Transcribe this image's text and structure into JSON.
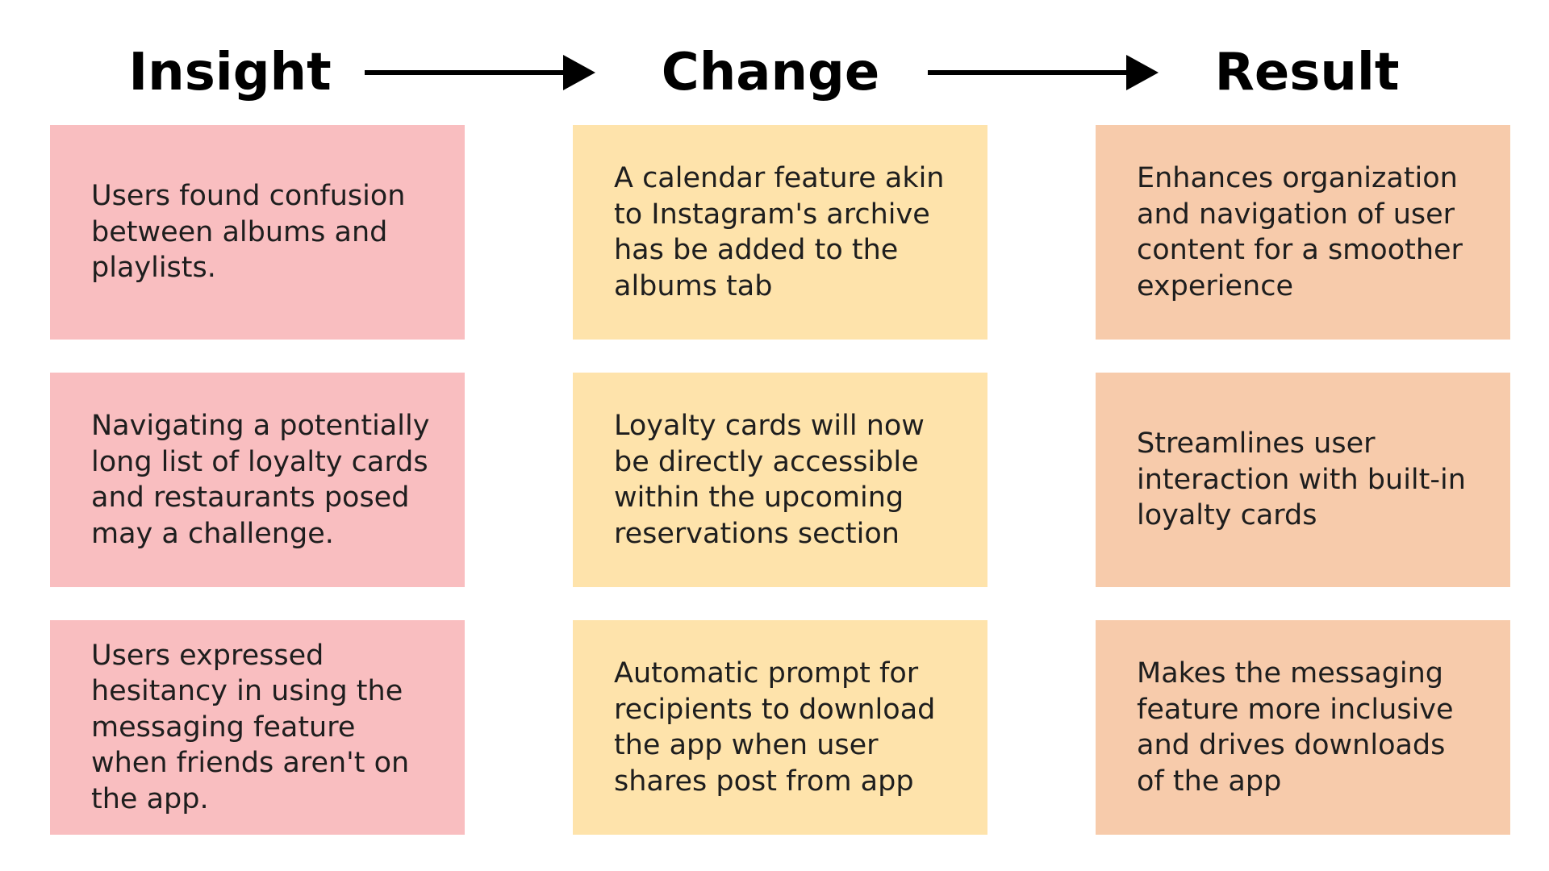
{
  "headers": {
    "insight": "Insight",
    "change": "Change",
    "result": "Result"
  },
  "colors": {
    "insight_bg": "#f9bec0",
    "change_bg": "#fee3ab",
    "result_bg": "#f7cbab",
    "arrow": "#000000"
  },
  "rows": [
    {
      "insight": "Users found confusion\nbetween albums and\nplaylists.",
      "change": "A calendar feature akin\nto Instagram's archive\nhas be added to the\nalbums tab",
      "result": "Enhances organization\nand navigation of user\ncontent for a smoother\nexperience"
    },
    {
      "insight": "Navigating a potentially\nlong list of loyalty cards\nand restaurants posed\nmay a challenge.",
      "change": "Loyalty cards will now\nbe directly accessible\nwithin the upcoming\nreservations section",
      "result": "Streamlines user\ninteraction with built-in\nloyalty cards"
    },
    {
      "insight": "Users expressed\nhesitancy in using the\nmessaging feature\nwhen friends aren't on\nthe app.",
      "change": "Automatic prompt for\nrecipients to download\nthe app when user\nshares post from app",
      "result": "Makes the messaging\nfeature more inclusive\nand drives downloads\nof the app"
    }
  ]
}
